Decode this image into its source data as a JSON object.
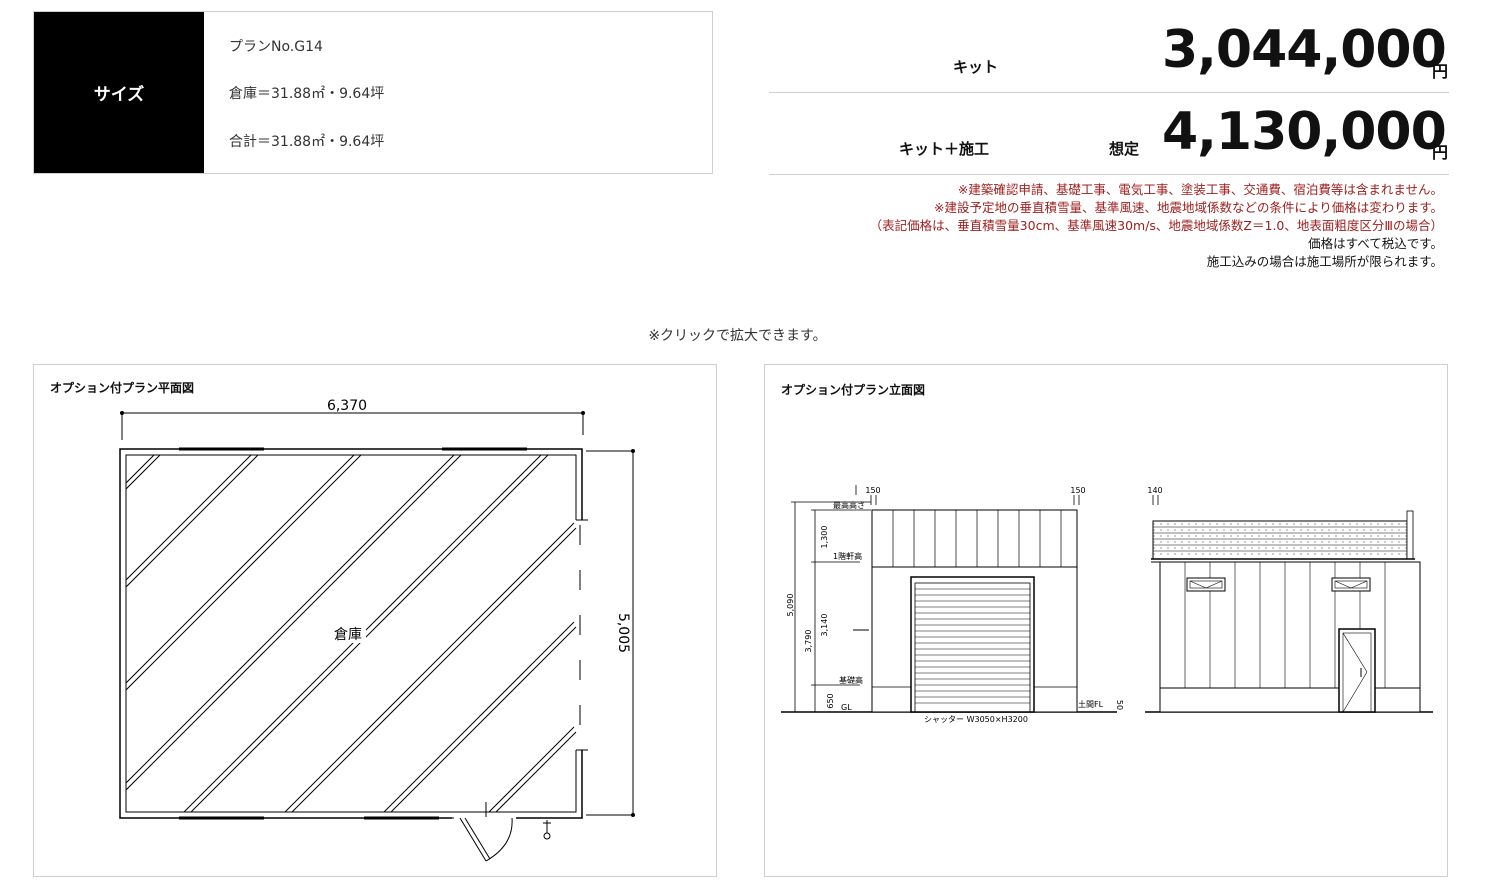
{
  "size": {
    "header": "サイズ",
    "plan_no": "プランNo.G14",
    "warehouse": "倉庫＝31.88㎡・9.64坪",
    "total": "合計＝31.88㎡・9.64坪"
  },
  "price": {
    "kit_label": "キット",
    "kit_amount": "3,044,000",
    "kit_yen": "円",
    "construct_label": "キット＋施工",
    "assumed_label": "想定",
    "construct_amount": "4,130,000",
    "construct_yen": "円"
  },
  "notes": {
    "line1": "※建築確認申請、基礎工事、電気工事、塗装工事、交通費、宿泊費等は含まれません。",
    "line2": "※建設予定地の垂直積雪量、基準風速、地震地域係数などの条件により価格は変わります。",
    "line3": "（表記価格は、垂直積雪量30cm、基準風速30m/s、地震地域係数Z＝1.0、地表面粗度区分Ⅲの場合）",
    "line4": "価格はすべて税込です。",
    "line5": "施工込みの場合は施工場所が限られます。"
  },
  "click_note": "※クリックで拡大できます。",
  "floor_plan": {
    "title": "オプション付プラン平面図",
    "width_dim": "6,370",
    "depth_dim": "5,005",
    "room_label": "倉庫"
  },
  "elevation": {
    "title": "オプション付プラン立面図",
    "dim_150_left": "150",
    "dim_150_right": "150",
    "dim_140": "140",
    "label_max_height": "最高高さ",
    "label_eave_height": "1階軒高",
    "label_base_height": "基礎高",
    "label_gl": "GL",
    "label_dirt_fl": "土間FL",
    "dim_1300": "1,300",
    "dim_3140": "3,140",
    "dim_5090": "5,090",
    "dim_3790": "3,790",
    "dim_650": "650",
    "dim_50": "50",
    "shutter_label": "シャッター W3050×H3200"
  },
  "colors": {
    "note_red": "#a02020",
    "black": "#000000",
    "border": "#cfcfcf"
  }
}
